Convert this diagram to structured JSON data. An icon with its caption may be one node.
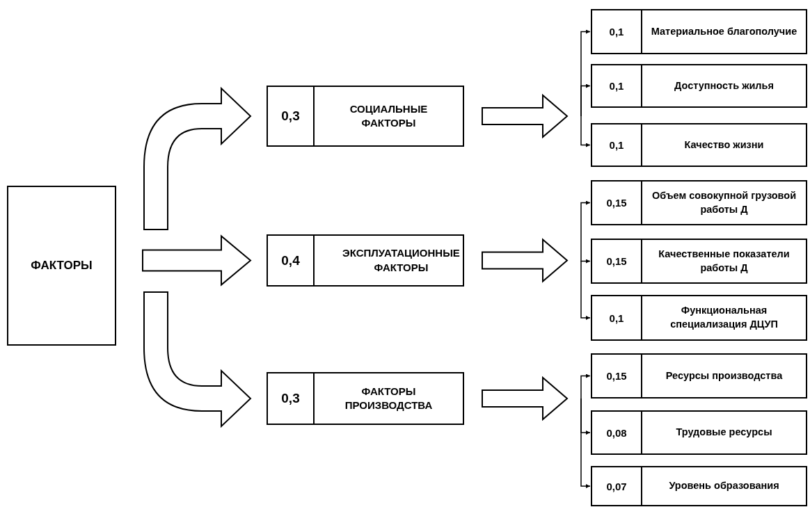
{
  "diagram": {
    "nodes": [
      {
        "text": [
          "ФАКТОРЫ"
        ]
      },
      {
        "text": [
          "0,3",
          "СОЦИАЛЬНЫЕ ФАКТОРЫ"
        ]
      },
      {
        "text": [
          "0,4",
          "ЭКСПЛУАТАЦИОННЫЕ ФАКТОРЫ"
        ]
      },
      {
        "text": [
          "0,3",
          "ФАКТОРЫ ПРОИЗВОДСТВА"
        ]
      },
      {
        "text": [
          "0,1",
          "Материальное благополучие"
        ]
      },
      {
        "text": [
          "0,1",
          "Доступность жилья"
        ]
      },
      {
        "text": [
          "0,1",
          "Качество жизни"
        ]
      },
      {
        "text": [
          "0,15",
          "Объем совокупной грузовой работы Д"
        ]
      },
      {
        "text": [
          "0,15",
          "Качественные показатели работы Д"
        ]
      },
      {
        "text": [
          "0,1",
          "Функциональная специализация ДЦУП"
        ]
      },
      {
        "text": [
          "0,15",
          "Ресурсы производства"
        ]
      },
      {
        "text": [
          "0,08",
          "Трудовые ресурсы"
        ]
      },
      {
        "text": [
          "0,07",
          "Уровень образования"
        ]
      }
    ],
    "edges": [
      {
        "from": 0,
        "to": 1,
        "arrow": "to",
        "style": "thick"
      },
      {
        "from": 0,
        "to": 2,
        "arrow": "to",
        "style": "thick"
      },
      {
        "from": 0,
        "to": 3,
        "arrow": "to",
        "style": "thick"
      },
      {
        "from": 1,
        "to": 4,
        "arrow": "to"
      },
      {
        "from": 1,
        "to": 5,
        "arrow": "to"
      },
      {
        "from": 1,
        "to": 6,
        "arrow": "to"
      },
      {
        "from": 2,
        "to": 7,
        "arrow": "to"
      },
      {
        "from": 2,
        "to": 8,
        "arrow": "to"
      },
      {
        "from": 2,
        "to": 9,
        "arrow": "to"
      },
      {
        "from": 3,
        "to": 10,
        "arrow": "to"
      },
      {
        "from": 3,
        "to": 11,
        "arrow": "to"
      },
      {
        "from": 3,
        "to": 12,
        "arrow": "to"
      }
    ]
  }
}
